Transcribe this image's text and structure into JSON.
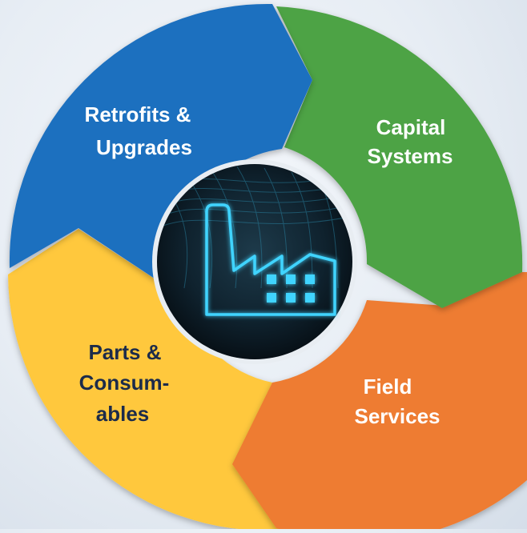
{
  "cycle": {
    "segments": [
      {
        "id": "retrofits",
        "lines": [
          "Retrofits &",
          "Upgrades"
        ],
        "color": "#1f6fbf",
        "text_color": "#ffffff"
      },
      {
        "id": "capital",
        "lines": [
          "Capital",
          "Systems"
        ],
        "color": "#4ea345",
        "text_color": "#ffffff"
      },
      {
        "id": "field",
        "lines": [
          "Field",
          "Services"
        ],
        "color": "#ee7b30",
        "text_color": "#ffffff"
      },
      {
        "id": "parts",
        "lines": [
          "Parts &",
          "Consum-",
          "ables"
        ],
        "color": "#ffc83d",
        "text_color": "#1c2b4a"
      }
    ],
    "center": {
      "icon": "factory-icon",
      "glow_color": "#3fd4ff",
      "background_color": "#0d1a24"
    }
  }
}
